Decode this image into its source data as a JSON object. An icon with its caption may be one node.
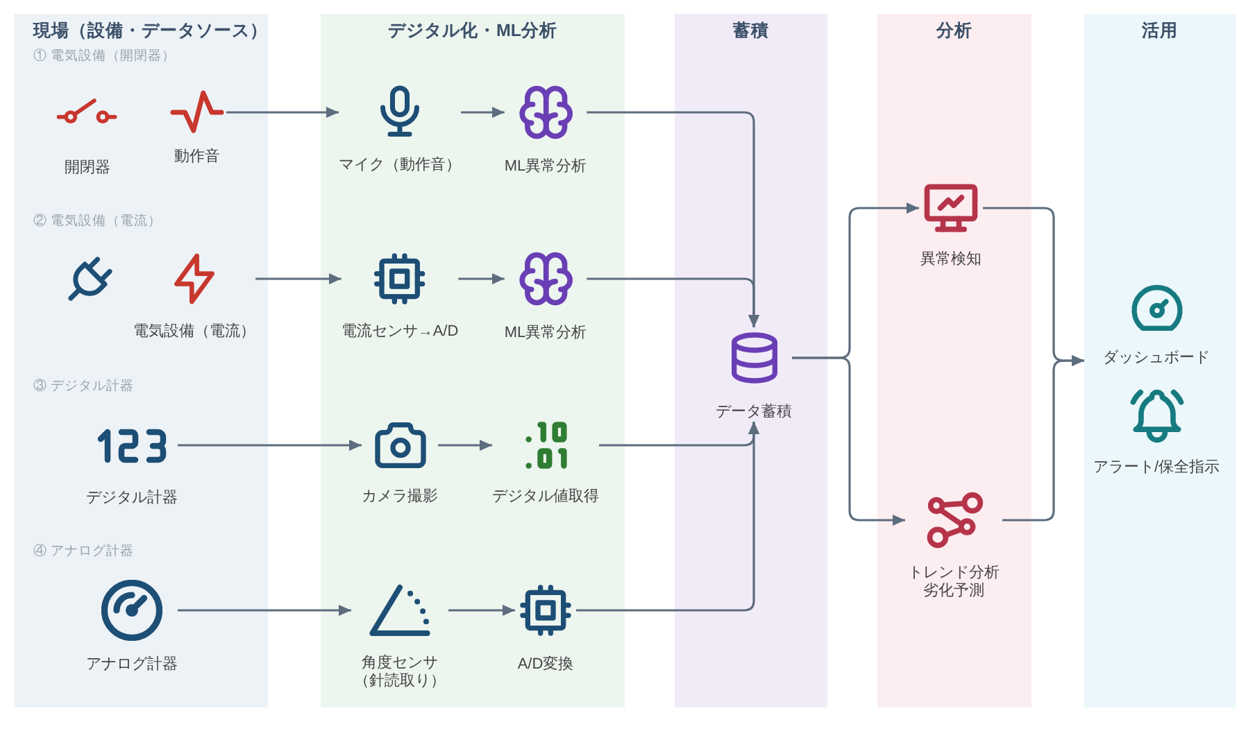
{
  "diagram": {
    "nodes": [
      {
        "text": [
          "現場（設備・データソース）"
        ]
      },
      {
        "text": [
          "開閉器"
        ],
        "in": 0
      },
      {
        "text": [
          "動作音"
        ],
        "in": 0
      },
      {
        "text": [],
        "shape": "picture",
        "in": 0
      },
      {
        "text": [
          "電気設備（電流）"
        ],
        "in": 0
      },
      {
        "text": [
          "デジタル計器"
        ],
        "in": 0
      },
      {
        "text": [
          "アナログ計器"
        ],
        "in": 0
      },
      {
        "text": [
          "デジタル化・ML分析"
        ]
      },
      {
        "text": [
          "マイク（動作音）"
        ],
        "in": 7
      },
      {
        "text": [
          "ML異常分析"
        ],
        "in": 7
      },
      {
        "text": [
          "電流センサ→A/D"
        ],
        "in": 7
      },
      {
        "text": [
          "ML異常分析"
        ],
        "in": 7
      },
      {
        "text": [
          "カメラ撮影"
        ],
        "in": 7
      },
      {
        "text": [
          "デジタル値取得"
        ],
        "in": 7
      },
      {
        "text": [
          "角度センサ（針読取り）"
        ],
        "in": 7
      },
      {
        "text": [
          "A/D変換"
        ],
        "in": 7
      },
      {
        "text": [
          "蓄積"
        ]
      },
      {
        "text": [
          "データ蓄積"
        ],
        "in": 16
      },
      {
        "text": [
          "分析"
        ]
      },
      {
        "text": [
          "異常検知"
        ],
        "in": 18
      },
      {
        "text": [
          "トレンド分析劣化予測"
        ],
        "in": 18
      },
      {
        "text": [
          "活用"
        ]
      },
      {
        "text": [
          "ダッシュボード"
        ],
        "in": 21
      },
      {
        "text": [
          "アラート/保全指示"
        ],
        "in": 21
      }
    ],
    "edges": [
      {
        "from": 2,
        "to": 8,
        "arrow": "to"
      },
      {
        "from": 8,
        "to": 9,
        "arrow": "to"
      },
      {
        "from": 9,
        "to": 17,
        "arrow": "to"
      },
      {
        "from": 4,
        "to": 10,
        "arrow": "to"
      },
      {
        "from": 10,
        "to": 11,
        "arrow": "to"
      },
      {
        "from": 11,
        "to": 17,
        "arrow": "to"
      },
      {
        "from": 5,
        "to": 12,
        "arrow": "to"
      },
      {
        "from": 12,
        "to": 13,
        "arrow": "to"
      },
      {
        "from": 13,
        "to": 17,
        "arrow": "to"
      },
      {
        "from": 6,
        "to": 14,
        "arrow": "to"
      },
      {
        "from": 14,
        "to": 15,
        "arrow": "to"
      },
      {
        "from": 15,
        "to": 17,
        "arrow": "to"
      },
      {
        "from": 17,
        "to": 19,
        "arrow": "to"
      },
      {
        "from": 17,
        "to": 20,
        "arrow": "to"
      },
      {
        "from": 19,
        "to": 21,
        "arrow": "to"
      },
      {
        "from": 20,
        "to": 21,
        "arrow": "to"
      }
    ],
    "labels": [
      "① 電気設備（開閉器）",
      "② 電気設備（電流）",
      "③ デジタル計器",
      "④ アナログ計器"
    ]
  }
}
